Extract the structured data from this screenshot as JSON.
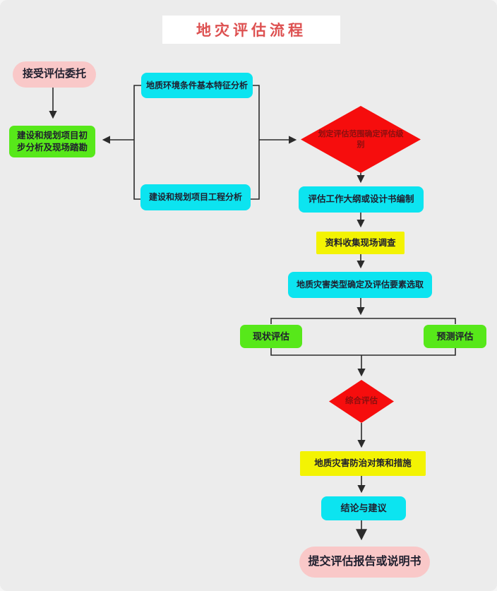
{
  "title": "地灾评估流程",
  "colors": {
    "title": "#dd5050",
    "pink": "#f9c8c8",
    "green": "#57e81a",
    "cyan": "#0ce4f0",
    "yellow": "#f3f303",
    "red": "#f60d0d",
    "diamond_text": "#8a0f0f",
    "line": "#2b2b2b",
    "background": "#ececec"
  },
  "nodes": {
    "start": "接受评估委托",
    "preliminary": "建设和规划项目初步分析及现场踏勘",
    "geo_env": "地质环境条件基本特征分析",
    "project_analysis": "建设和规划项目工程分析",
    "scope_level": "划定评估范围确定评估级别",
    "outline": "评估工作大纲或设计书编制",
    "data_collection": "资料收集现场调查",
    "type_selection": "地质灾害类型确定及评估要素选取",
    "current_assessment": "现状评估",
    "prediction_assessment": "预测评估",
    "comprehensive": "综合评估",
    "countermeasures": "地质灾害防治对策和措施",
    "conclusion": "结论与建议",
    "submit": "提交评估报告或说明书"
  },
  "edges": [
    {
      "from": "start",
      "to": "preliminary"
    },
    {
      "from": "geo_env",
      "to": "preliminary"
    },
    {
      "from": "project_analysis",
      "to": "preliminary"
    },
    {
      "from": "geo_env",
      "to": "scope_level"
    },
    {
      "from": "project_analysis",
      "to": "scope_level"
    },
    {
      "from": "scope_level",
      "to": "outline"
    },
    {
      "from": "outline",
      "to": "data_collection"
    },
    {
      "from": "data_collection",
      "to": "type_selection"
    },
    {
      "from": "type_selection",
      "to": "current_assessment"
    },
    {
      "from": "type_selection",
      "to": "prediction_assessment"
    },
    {
      "from": "current_assessment",
      "to": "comprehensive"
    },
    {
      "from": "prediction_assessment",
      "to": "comprehensive"
    },
    {
      "from": "comprehensive",
      "to": "countermeasures"
    },
    {
      "from": "countermeasures",
      "to": "conclusion"
    },
    {
      "from": "conclusion",
      "to": "submit"
    }
  ]
}
